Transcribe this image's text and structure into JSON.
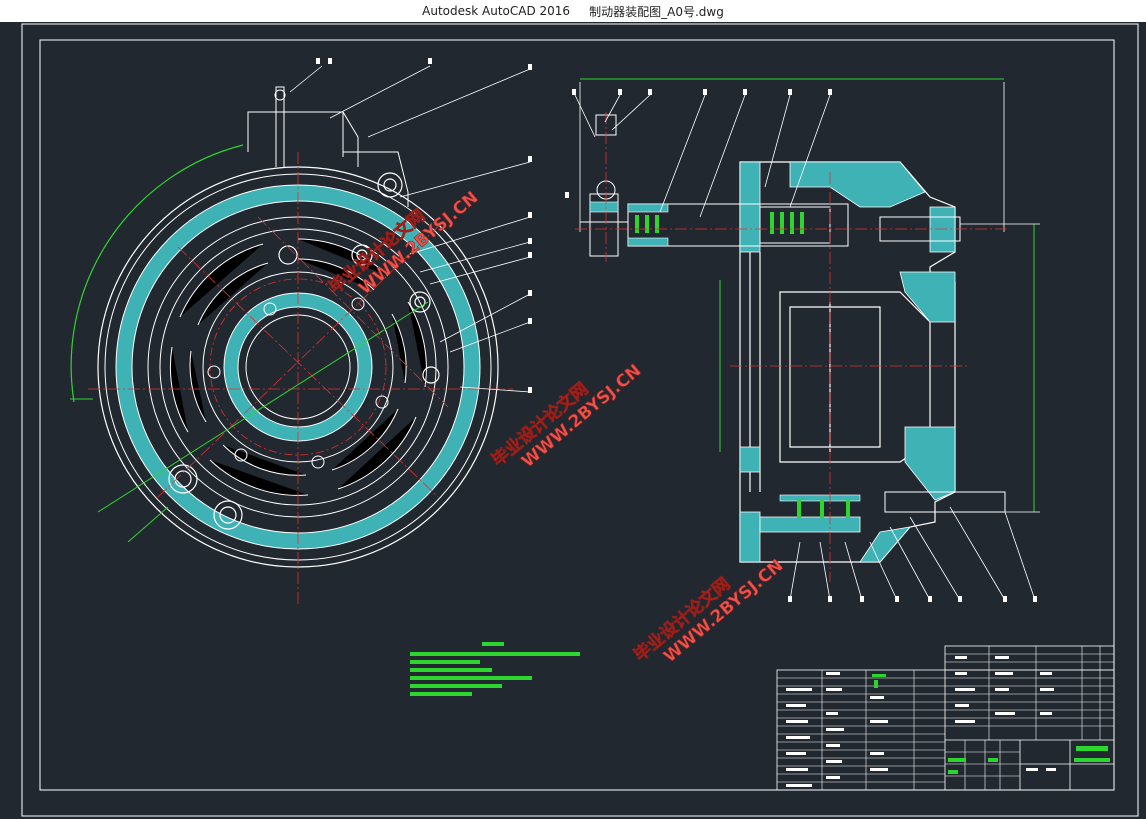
{
  "window": {
    "app": "Autodesk AutoCAD 2016",
    "file": "制动器装配图_A0号.dwg"
  },
  "watermarks": [
    {
      "line1": "毕业设计论文网",
      "line2": "WWW.2BYSJ.CN"
    },
    {
      "line1": "毕业设计论文网",
      "line2": "WWW.2BYSJ.CN"
    },
    {
      "line1": "毕业设计论文网",
      "line2": "WWW.2BYSJ.CN"
    }
  ],
  "colors": {
    "background": "#212830",
    "lines": "#ffffff",
    "section": "#3fb2b6",
    "centerline": "#e03030",
    "dimension": "#2fd52f"
  }
}
